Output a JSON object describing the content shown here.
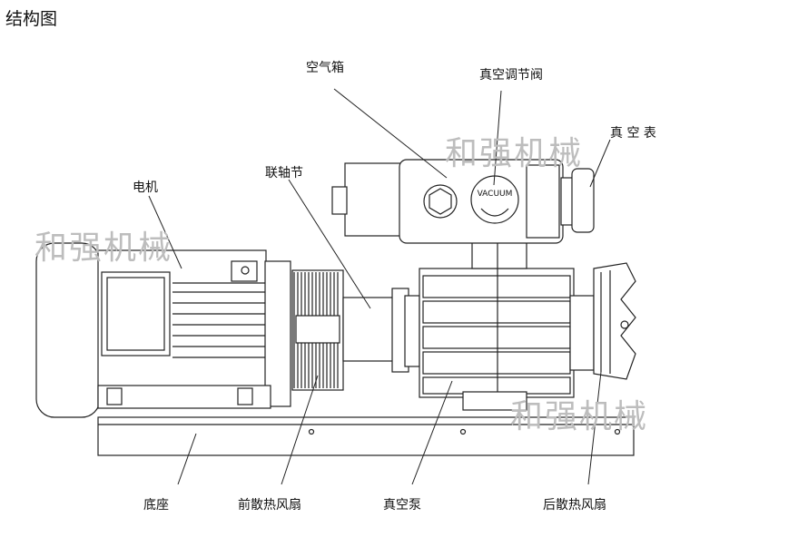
{
  "title": "结构图",
  "labels": {
    "air_box": "空气箱",
    "vacuum_valve": "真空调节阀",
    "vacuum_gauge": "真 空 表",
    "coupling": "联轴节",
    "motor": "电机",
    "base": "底座",
    "front_fan": "前散热风扇",
    "vacuum_pump": "真空泵",
    "rear_fan": "后散热风扇"
  },
  "valve_text": "VACUUM",
  "watermark": "和强机械"
}
